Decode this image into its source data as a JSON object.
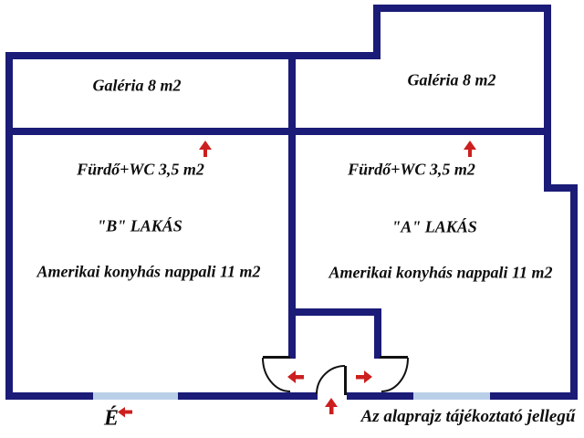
{
  "plan": {
    "title": "floor-plan",
    "colors": {
      "wall": "#1b1b78",
      "window_glass": "#b9cfe8",
      "arrow": "#cc1f1f",
      "text": "#0d0d0d",
      "background": "#ffffff"
    },
    "rooms": {
      "galeria_b": "Galéria 8 m2",
      "galeria_a": "Galéria 8 m2",
      "bathroom_b": "Fürdő+WC 3,5 m2",
      "bathroom_a": "Fürdő+WC 3,5 m2",
      "unit_b": "\"B\" LAKÁS",
      "unit_a": "\"A\" LAKÁS",
      "living_b": "Amerikai konyhás nappali 11 m2",
      "living_a": "Amerikai konyhás nappali 11 m2"
    },
    "annotations": {
      "north_symbol": "É",
      "disclaimer": "Az alaprajz tájékoztató jellegű"
    },
    "icons": [
      "up-arrow-bathroom-b",
      "up-arrow-bathroom-a",
      "left-arrow-door-b",
      "right-arrow-door-a",
      "up-arrow-entry",
      "left-arrow-north"
    ]
  }
}
